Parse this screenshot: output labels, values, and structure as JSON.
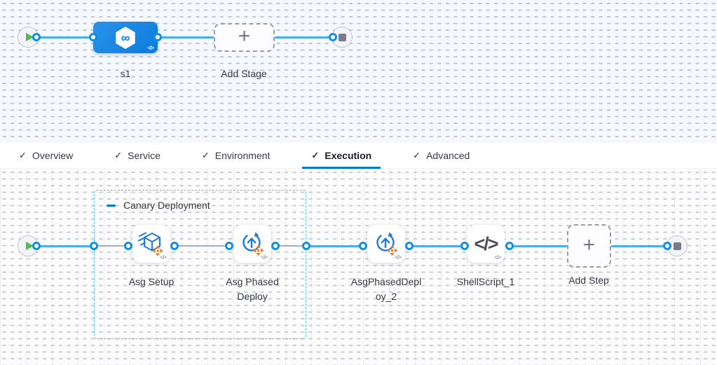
{
  "stage_pipeline": {
    "stage": {
      "name": "s1",
      "infinity_glyph": "∞",
      "code_badge": "</>"
    },
    "add_stage": {
      "label": "Add Stage",
      "plus": "+"
    }
  },
  "tabs": {
    "check_glyph": "✓",
    "items": [
      {
        "label": "Overview",
        "checked": true,
        "active": false
      },
      {
        "label": "Service",
        "checked": true,
        "active": false
      },
      {
        "label": "Environment",
        "checked": true,
        "active": false
      },
      {
        "label": "Execution",
        "checked": true,
        "active": true
      },
      {
        "label": "Advanced",
        "checked": true,
        "active": false
      }
    ]
  },
  "execution": {
    "group_label": "Canary Deployment",
    "steps": [
      {
        "name": "Asg Setup",
        "icon": "asg-setup-icon",
        "code_badge": "</>"
      },
      {
        "name": "Asg Phased Deploy",
        "icon": "asg-phased-deploy-icon",
        "code_badge": "</>"
      },
      {
        "name": "AsgPhasedDeploy_2",
        "icon": "asg-phased-deploy-icon",
        "code_badge": "</>"
      },
      {
        "name": "ShellScript_1",
        "icon": "shell-script-icon",
        "glyph": "</>",
        "code_badge": "</>"
      }
    ],
    "add_step": {
      "label": "Add Step",
      "plus": "+"
    }
  },
  "colors": {
    "accent_blue": "#0278d5",
    "connector_blue": "#4bafe7",
    "stage_blue": "#0c7cdc",
    "icon_blue": "#1e7ad6",
    "move_orange": "#f0761f",
    "group_border_cyan": "#45c4ee"
  }
}
